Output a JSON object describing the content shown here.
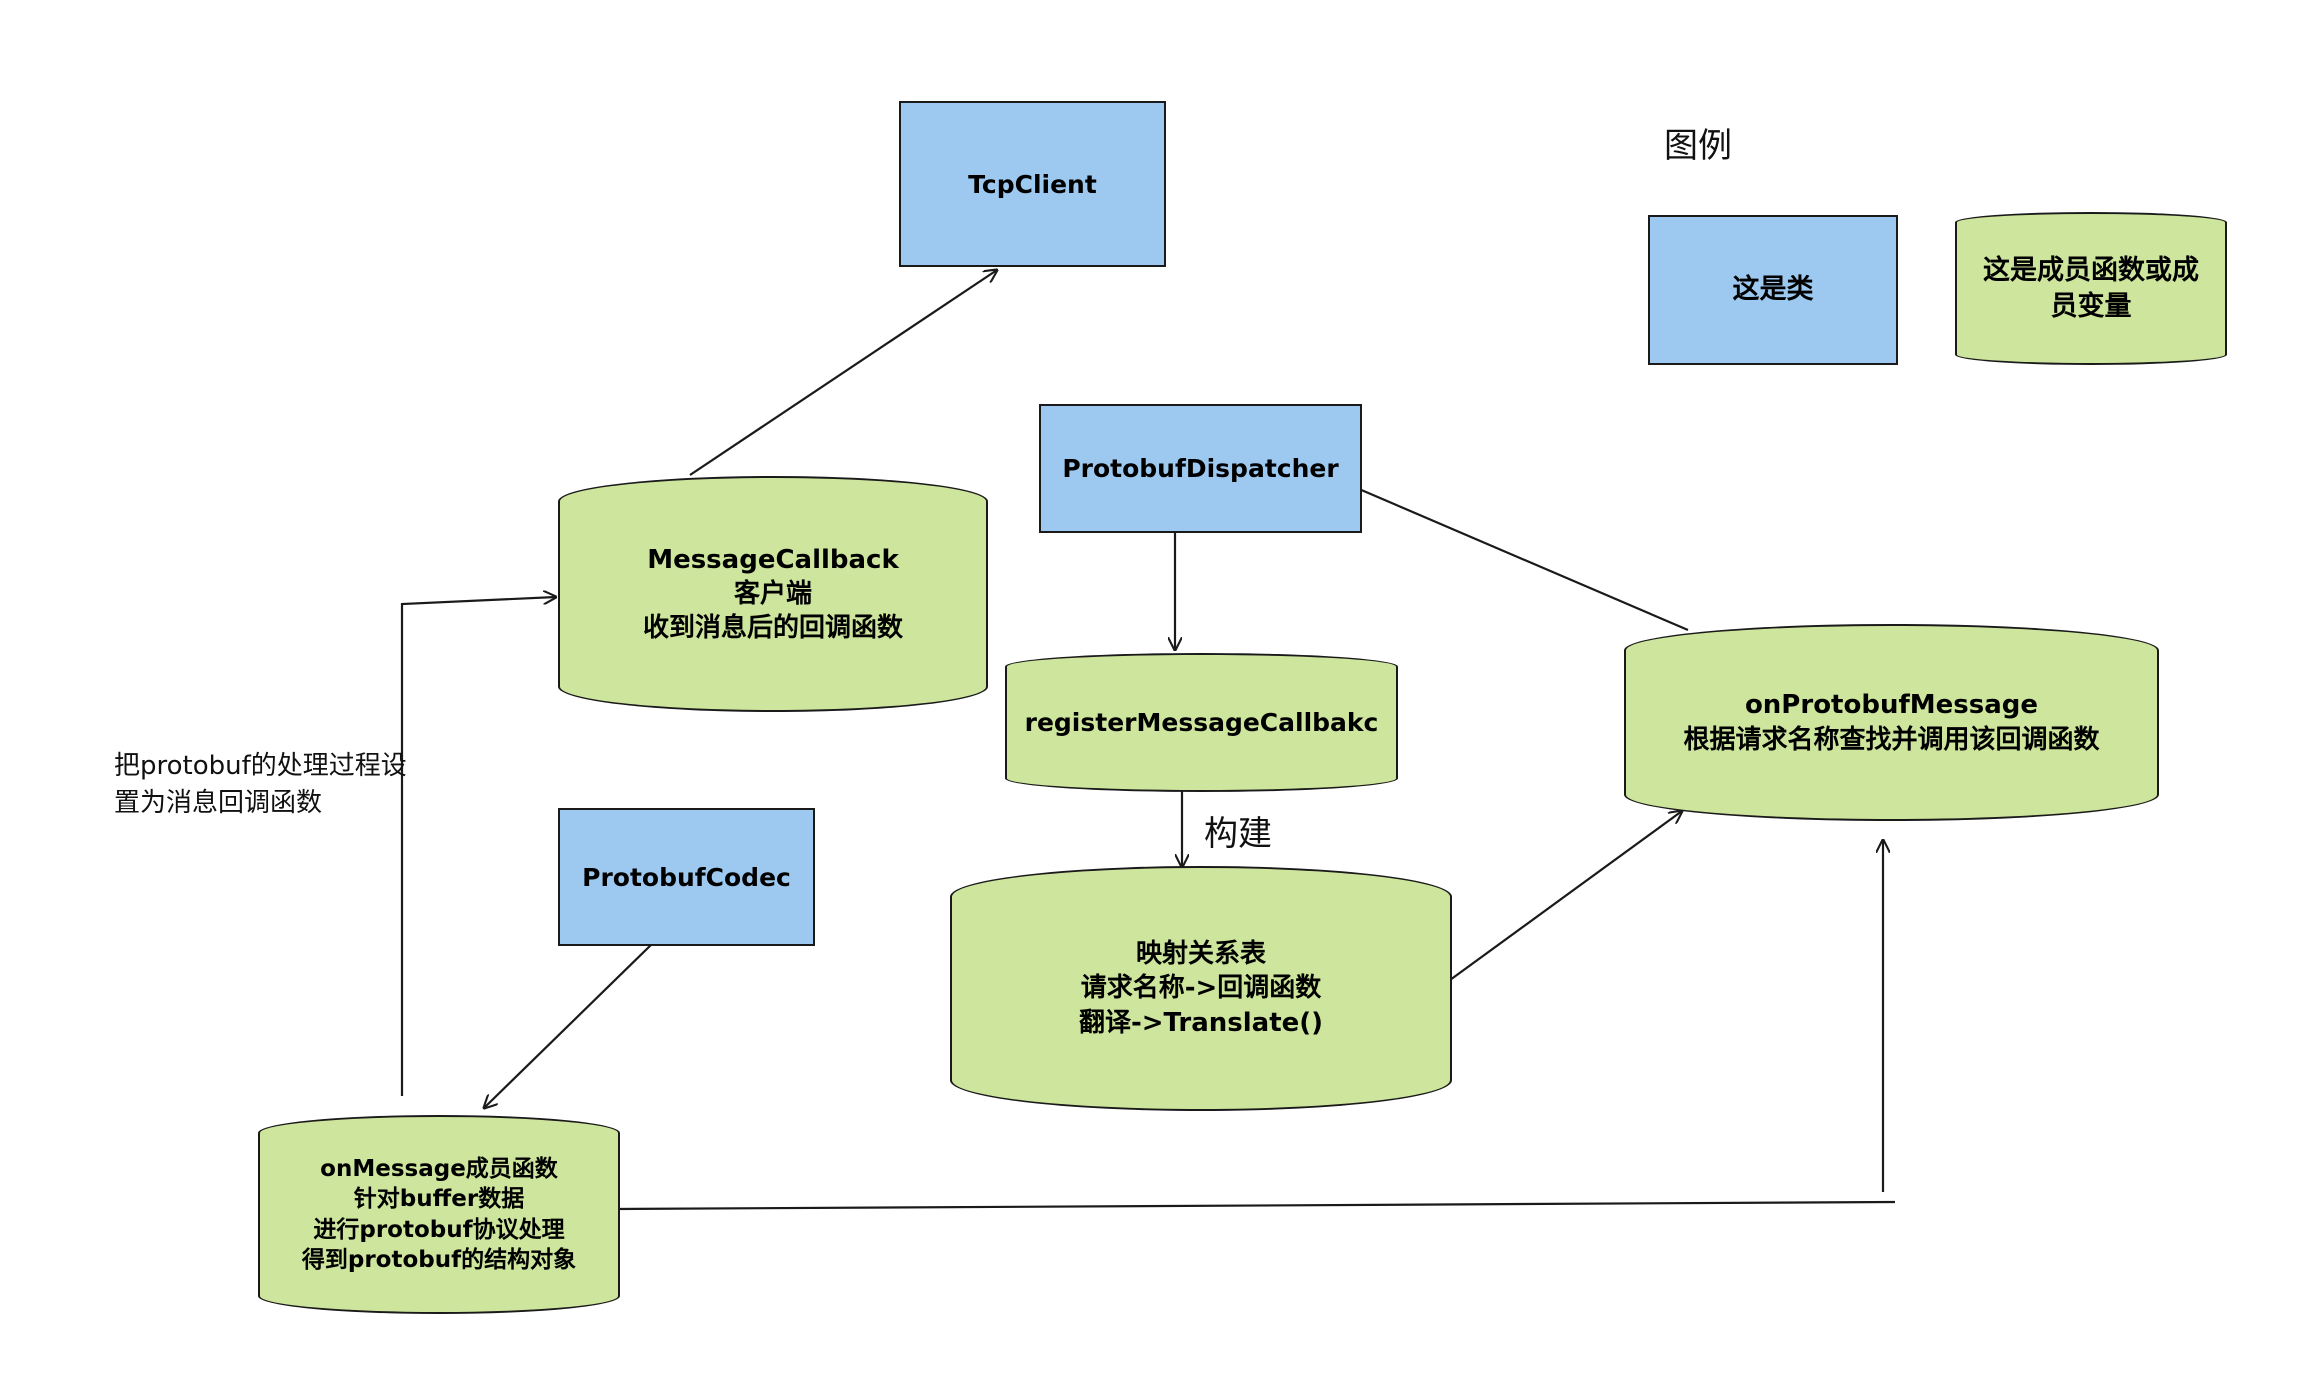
{
  "colors": {
    "class_fill": "#9dc9f0",
    "function_fill": "#cde59c",
    "stroke": "#1a1a1a"
  },
  "nodes": {
    "tcpclient": {
      "type": "class",
      "lines": [
        "TcpClient"
      ]
    },
    "message_callback": {
      "type": "function",
      "lines": [
        "MessageCallback",
        "客户端",
        "收到消息后的回调函数"
      ]
    },
    "protobuf_dispatcher": {
      "type": "class",
      "lines": [
        "ProtobufDispatcher"
      ]
    },
    "register_message_callback": {
      "type": "function",
      "lines": [
        "registerMessageCallbakc"
      ]
    },
    "mapping_table": {
      "type": "function",
      "lines": [
        "映射关系表",
        "请求名称->回调函数",
        "翻译->Translate()"
      ]
    },
    "on_protobuf_message": {
      "type": "function",
      "lines": [
        "onProtobufMessage",
        "根据请求名称查找并调用该回调函数"
      ]
    },
    "protobuf_codec": {
      "type": "class",
      "lines": [
        "ProtobufCodec"
      ]
    },
    "on_message": {
      "type": "function",
      "lines": [
        "onMessage成员函数",
        "针对buffer数据",
        "进行protobuf协议处理",
        "得到protobuf的结构对象"
      ]
    }
  },
  "legend": {
    "title": "图例",
    "class_label": "这是类",
    "function_label": [
      "这是成员函数或成",
      "员变量"
    ]
  },
  "annotations": {
    "set_callback": [
      "把protobuf的处理过程设",
      "置为消息回调函数"
    ],
    "build": "构建"
  }
}
